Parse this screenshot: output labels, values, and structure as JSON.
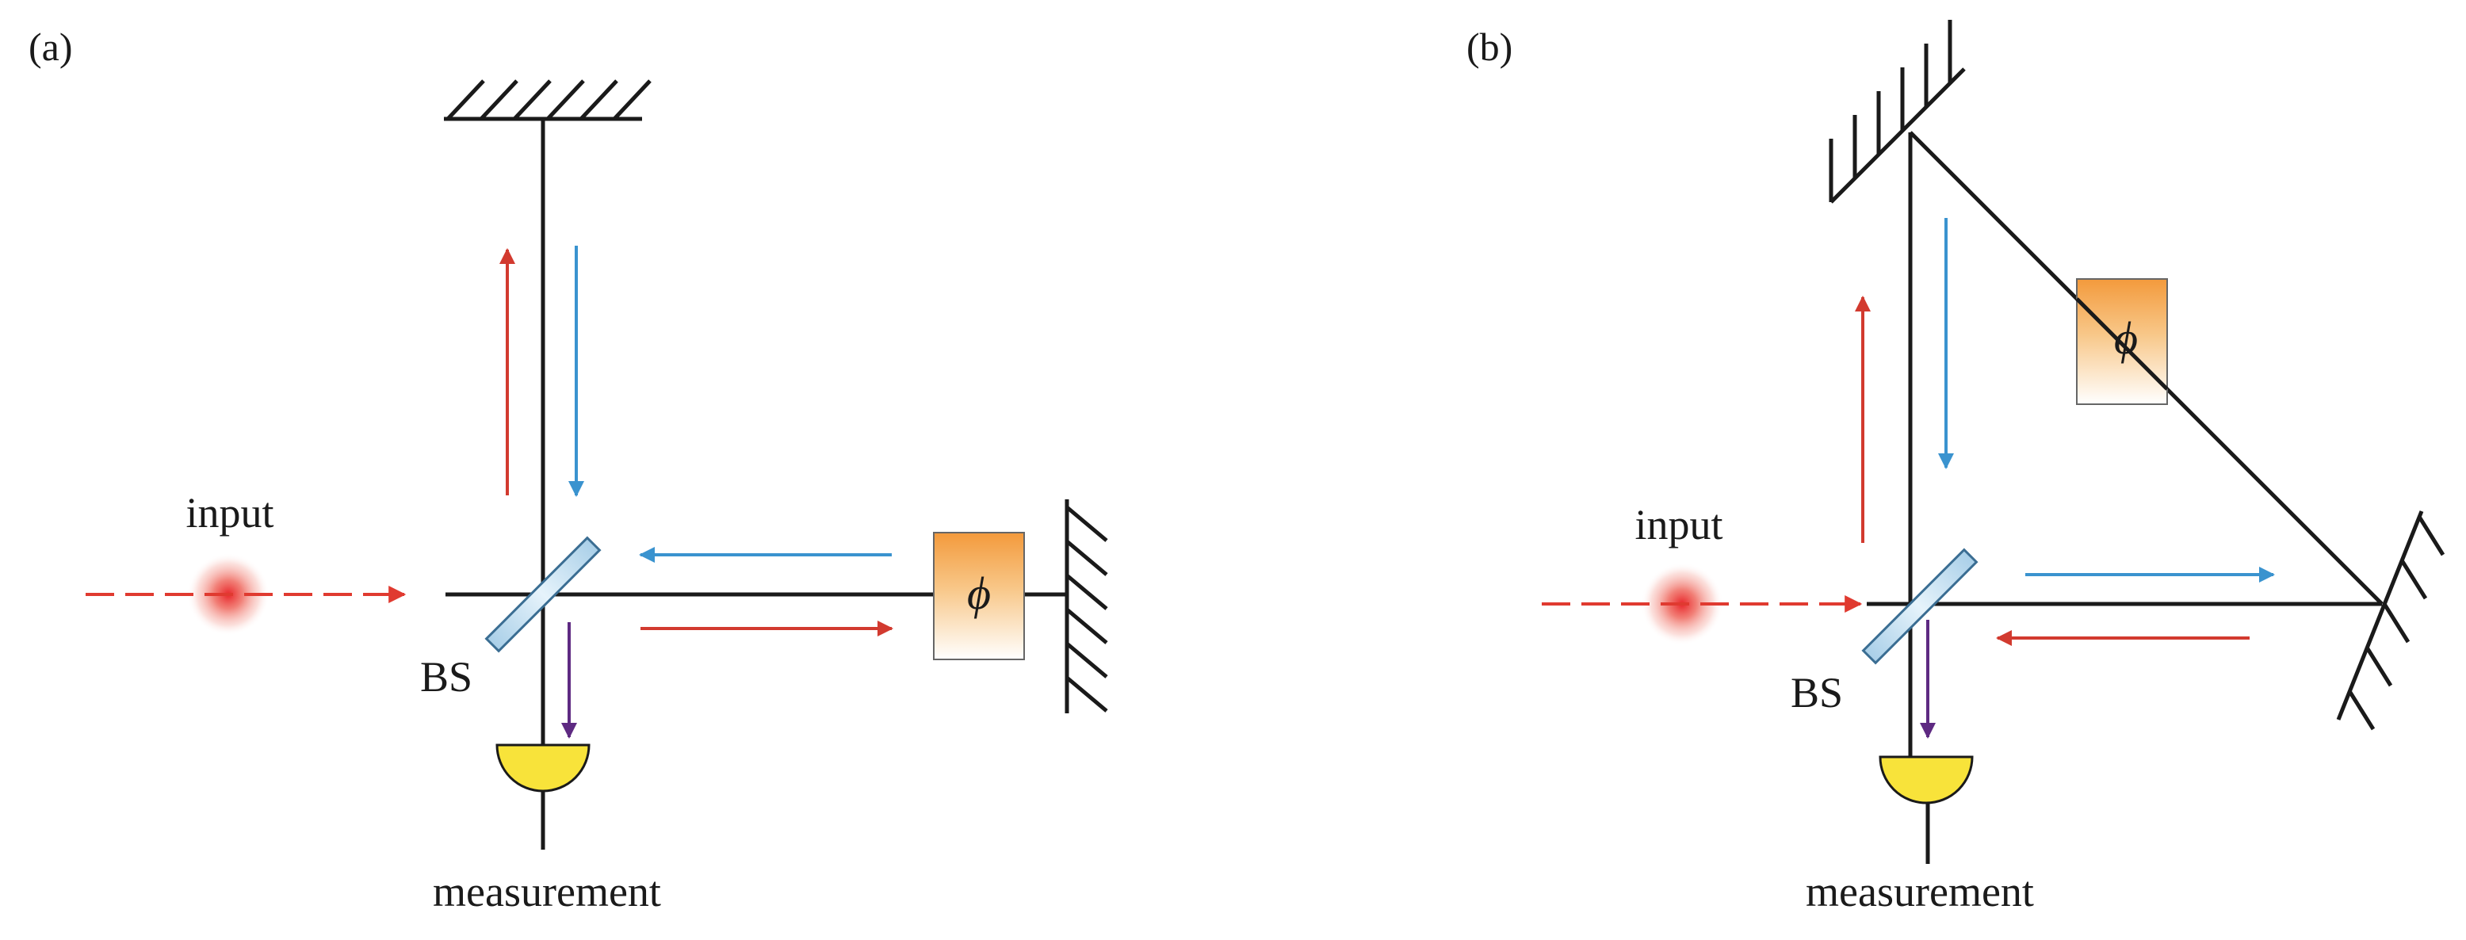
{
  "panels": [
    {
      "id": "a",
      "tag": "(a)",
      "input_label": "input",
      "bs_label": "BS",
      "detector_label": "measurement",
      "phase_symbol": "ϕ"
    },
    {
      "id": "b",
      "tag": "(b)",
      "input_label": "input",
      "bs_label": "BS",
      "detector_label": "measurement",
      "phase_symbol": "ϕ"
    }
  ],
  "colors": {
    "beam_path": "#1a1a1a",
    "input_beam": "#e03a30",
    "forward_arrow": "#d23a2f",
    "return_arrow": "#3a93cf",
    "output_arrow": "#5e2a82",
    "splitter": "#cfe6f5",
    "detector": "#f8e33a",
    "phase_top": "#f39a3c",
    "phase_bottom": "#ffffff"
  },
  "icons": {
    "mirror": "hatched-mirror-icon",
    "beam_splitter": "beam-splitter-icon",
    "detector": "detector-icon",
    "phase_shifter": "phase-shifter-icon",
    "light_source": "light-source-icon"
  }
}
